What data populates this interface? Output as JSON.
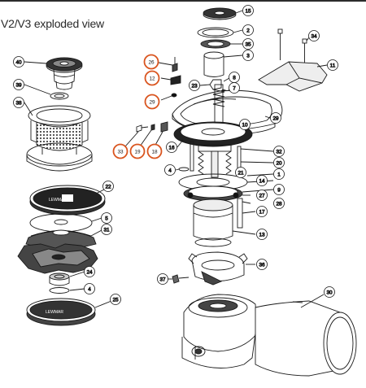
{
  "title": "V2/V3 exploded view",
  "callouts": {
    "c40": "40",
    "c39": "39",
    "c38": "38",
    "c22": "22",
    "c5": "5",
    "c31": "31",
    "c24": "24",
    "c4a": "4",
    "c25": "25",
    "c37": "37",
    "c15": "15",
    "c2": "2",
    "c35": "35",
    "c3": "3",
    "c34": "34",
    "c11": "11",
    "c26": "26",
    "c12": "12",
    "c29a": "29",
    "c23": "23",
    "c8": "8",
    "c7": "7",
    "c29b": "29",
    "c10": "10",
    "c16": "16",
    "c33": "33",
    "c19": "19",
    "c18": "18",
    "c32": "32",
    "c20": "20",
    "c21": "21",
    "c4b": "4",
    "c14": "14",
    "c1": "1",
    "c9": "9",
    "c27": "27",
    "c28": "28",
    "c17": "17",
    "c13": "13",
    "c36": "36",
    "c30": "30"
  },
  "colors": {
    "highlight": "#d9541e",
    "line": "#1a1a1a",
    "callout_fill": "#ffffff"
  }
}
